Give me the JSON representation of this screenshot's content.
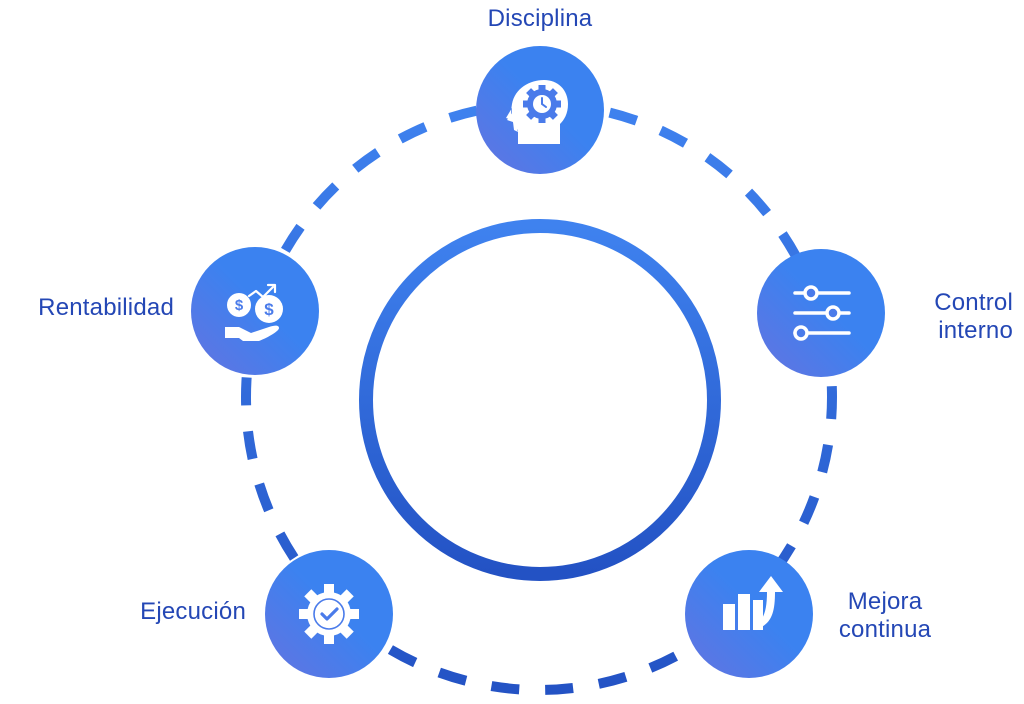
{
  "diagram": {
    "type": "cycle",
    "colors": {
      "ring_top": "#3F82EF",
      "ring_bottom": "#2352C4",
      "node_light": "#3B82F0",
      "node_dark": "#6473E0",
      "label_text": "#2447B5",
      "icon": "#ffffff"
    },
    "nodes": [
      {
        "id": "disciplina",
        "label_lines": [
          "Disciplina"
        ],
        "icon": "head-gear-clock-icon"
      },
      {
        "id": "control-interno",
        "label_lines": [
          "Control",
          "interno"
        ],
        "icon": "sliders-icon"
      },
      {
        "id": "mejora-continua",
        "label_lines": [
          "Mejora",
          "continua"
        ],
        "icon": "growth-chart-arrow-icon"
      },
      {
        "id": "ejecucion",
        "label_lines": [
          "Ejecución"
        ],
        "icon": "gear-check-icon"
      },
      {
        "id": "rentabilidad",
        "label_lines": [
          "Rentabilidad"
        ],
        "icon": "hand-coins-icon"
      }
    ]
  }
}
